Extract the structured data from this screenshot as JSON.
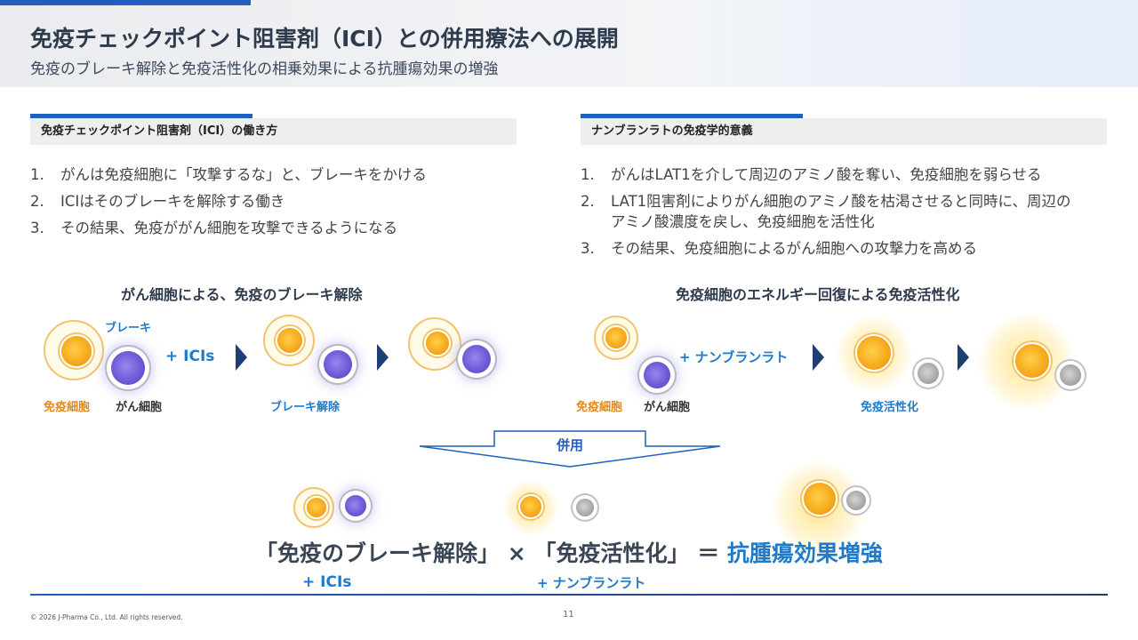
{
  "header": {
    "title": "免疫チェックポイント阻害剤（ICI）との併用療法への展開",
    "subtitle": "免疫のブレーキ解除と免疫活性化の相乗効果による抗腫瘍効果の増強"
  },
  "left_section": {
    "heading": "免疫チェックポイント阻害剤（ICI）の働き方",
    "items": [
      {
        "num": "1.",
        "text": "がんは免疫細胞に「攻撃するな」と、ブレーキをかける"
      },
      {
        "num": "2.",
        "text": "ICIはそのブレーキを解除する働き"
      },
      {
        "num": "3.",
        "text": "その結果、免疫ががん細胞を攻撃できるようになる"
      }
    ],
    "diagram": {
      "title": "がん細胞による、免疫のブレーキ解除",
      "brake_label": "ブレーキ",
      "ici_label": "+ ICIs",
      "immune_label": "免疫細胞",
      "cancer_label": "がん細胞",
      "result_label": "ブレーキ解除"
    }
  },
  "right_section": {
    "heading": "ナンブランラトの免疫学的意義",
    "items": [
      {
        "num": "1.",
        "text": "がんはLAT1を介して周辺のアミノ酸を奪い、免疫細胞を弱らせる"
      },
      {
        "num": "2.",
        "text": "LAT1阻害剤によりがん細胞のアミノ酸を枯渇させると同時に、周辺のアミノ酸濃度を戻し、免疫細胞を活性化"
      },
      {
        "num": "3.",
        "text": "その結果、免疫細胞によるがん細胞への攻撃力を高める"
      }
    ],
    "diagram": {
      "title": "免疫細胞のエネルギー回復による免疫活性化",
      "drug_label": "+ ナンブランラト",
      "immune_label": "免疫細胞",
      "cancer_label": "がん細胞",
      "result_label": "免疫活性化"
    }
  },
  "combination": {
    "label": "併用",
    "formula_part1": "「免疫のブレーキ解除」",
    "times": "×",
    "formula_part2": "「免疫活性化」",
    "equals": "＝",
    "result": "抗腫瘍効果増強",
    "sub_left": "+ ICIs",
    "sub_right": "+ ナンブランラト"
  },
  "footer": {
    "copyright": "© 2026 J-Pharma Co., Ltd. All rights reserved.",
    "page_number": "11"
  },
  "colors": {
    "accent_blue": "#1f5fbf",
    "highlight_blue": "#1f7ac9",
    "orange": "#e08a1e",
    "dark_navy": "#1d3f73"
  }
}
